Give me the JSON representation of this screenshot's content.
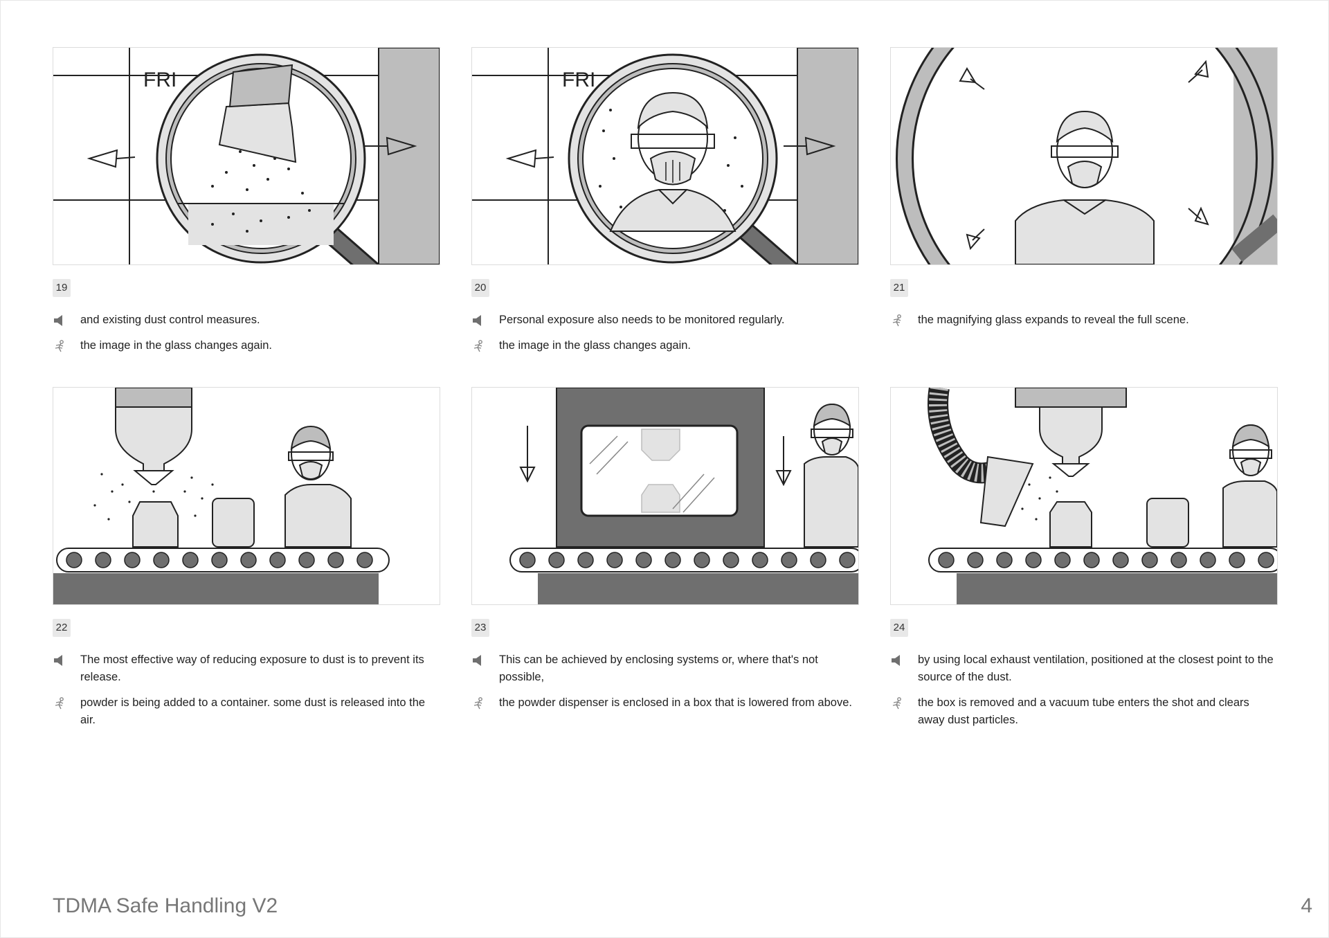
{
  "document": {
    "title": "TDMA Safe Handling V2",
    "page_number": "4"
  },
  "panels": [
    {
      "number": "19",
      "audio": "and existing dust control measures.",
      "action": "the image in the glass changes again.",
      "sketch_text": "FRI"
    },
    {
      "number": "20",
      "audio": "Personal exposure also needs to be monitored regularly.",
      "action": "the image in the glass changes again.",
      "sketch_text": "FRI"
    },
    {
      "number": "21",
      "audio": "",
      "action": "the magnifying glass expands to reveal the full scene."
    },
    {
      "number": "22",
      "audio": "The most effective way of reducing exposure to dust is to prevent its release.",
      "action": "powder is being added to a container. some dust is released into the air."
    },
    {
      "number": "23",
      "audio": "This can be achieved by enclosing systems or, where that's not possible,",
      "action": "the powder dispenser is enclosed in a box that is lowered from above."
    },
    {
      "number": "24",
      "audio": "by using local exhaust ventilation, positioned at the closest point to the source of the dust.",
      "action": "the box is removed and a vacuum tube enters the shot and clears away dust particles."
    }
  ],
  "icons": {
    "audio": "speaker-icon",
    "action": "running-figure-icon"
  },
  "colors": {
    "sketch_dark": "#6f6f6f",
    "sketch_mid": "#bdbdbd",
    "sketch_light": "#e3e3e3",
    "footer_text": "#777777"
  }
}
